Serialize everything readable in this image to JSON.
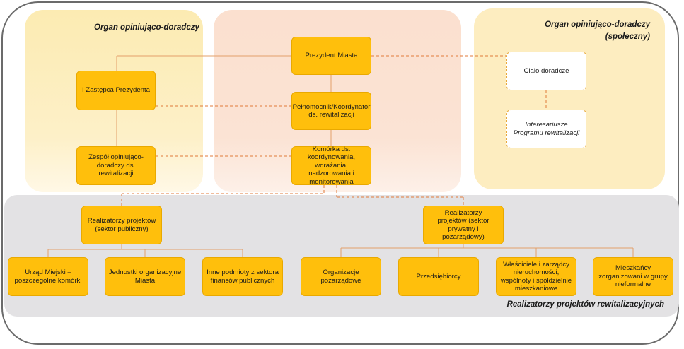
{
  "regions": {
    "left_title": "Organ opiniująco-doradczy",
    "right_title_line1": "Organ opiniująco-doradczy",
    "right_title_line2": "(społeczny)",
    "bottom_title": "Realizatorzy projektów rewitalizacyjnych"
  },
  "nodes": {
    "prezydent": "Prezydent Miasta",
    "zastepca": "I Zastępca Prezydenta",
    "pelnomocnik": "Pełnomocnik/Koordynator ds. rewitalizacji",
    "zespol": "Zespół opiniująco-doradczy ds. rewitalizacji",
    "komorka": "Komórka ds. koordynowania, wdrażania, nadzorowania i monitorowania",
    "cialo": "Ciało doradcze",
    "interesariusze": "Interesariusze Programu rewitalizacji",
    "real_publiczny": "Realizatorzy projektów (sektor publiczny)",
    "real_prywatny": "Realizatorzy projektów (sektor prywatny i pozarządowy)",
    "urzad": "Urząd Miejski – poszczególne komórki",
    "jednostki": "Jednostki organizacyjne Miasta",
    "inne": "Inne podmioty z sektora finansów publicznych",
    "organizacje": "Organizacje pozarządowe",
    "przedsiebiorcy": "Przedsiębiorcy",
    "wlasciciele": "Właściciele i zarządcy nieruchomości, wspólnoty i spółdzielnie mieszkaniowe",
    "mieszkancy": "Mieszkańcy zorganizowani w grupy nieformalne"
  },
  "colors": {
    "box_fill": "#ffbf0c",
    "solid_line": "#e3a06a",
    "dashed_line": "#e07a3a"
  }
}
